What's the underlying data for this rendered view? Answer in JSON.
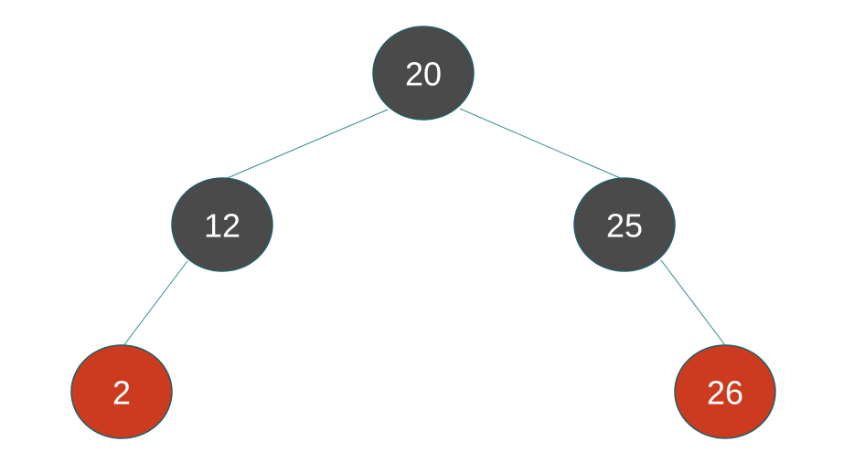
{
  "diagram": {
    "type": "binary-tree",
    "colors": {
      "black_node": "#4a4a4a",
      "red_node": "#cc3b1f",
      "edge": "#2e8b8b",
      "node_border": "#1f5f66",
      "label": "#ffffff"
    },
    "nodes": [
      {
        "id": "n20",
        "label": "20",
        "color": "black"
      },
      {
        "id": "n12",
        "label": "12",
        "color": "black"
      },
      {
        "id": "n25",
        "label": "25",
        "color": "black"
      },
      {
        "id": "n2",
        "label": "2",
        "color": "red"
      },
      {
        "id": "n26",
        "label": "26",
        "color": "red"
      }
    ],
    "edges": [
      {
        "from": "n20",
        "to": "n12"
      },
      {
        "from": "n20",
        "to": "n25"
      },
      {
        "from": "n12",
        "to": "n2"
      },
      {
        "from": "n25",
        "to": "n26"
      }
    ]
  }
}
